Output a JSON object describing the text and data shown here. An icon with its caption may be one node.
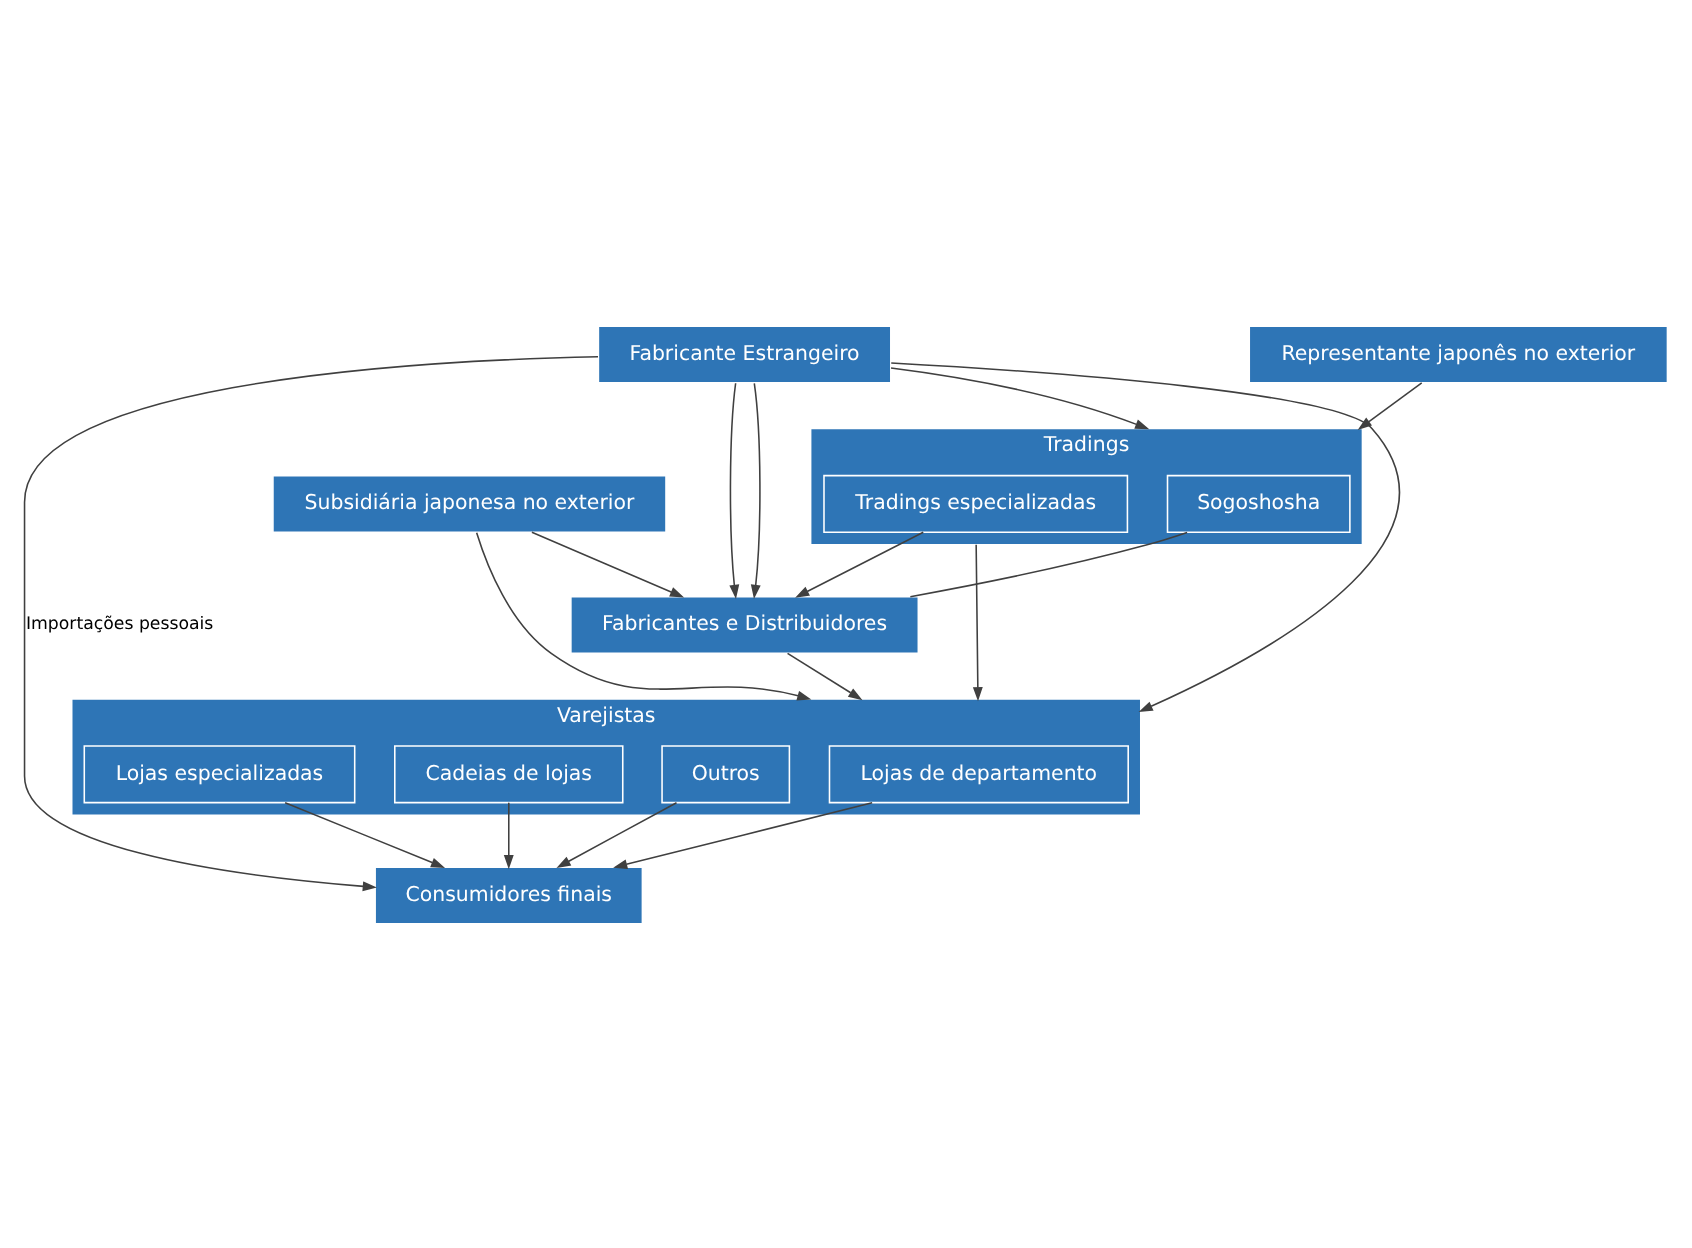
{
  "diagram": {
    "nodes": [
      {
        "text": [
          "Fabricante Estrangeiro"
        ]
      },
      {
        "text": [
          "Subsidiária japonesa no exterior"
        ]
      },
      {
        "text": [
          "Representante japonês no exterior"
        ]
      },
      {
        "text": [
          "Tradings"
        ]
      },
      {
        "text": [
          "Sogoshosha"
        ],
        "in": 3
      },
      {
        "text": [
          "Tradings especializadas"
        ],
        "in": 3
      },
      {
        "text": [
          "Fabricantes e Distribuidores"
        ]
      },
      {
        "text": [
          "Varejistas"
        ]
      },
      {
        "text": [
          "Lojas de departamento"
        ],
        "in": 7
      },
      {
        "text": [
          "Lojas especializadas"
        ],
        "in": 7
      },
      {
        "text": [
          "Cadeias de lojas"
        ],
        "in": 7
      },
      {
        "text": [
          "Outros"
        ],
        "in": 7
      },
      {
        "text": [
          "Consumidores finais"
        ]
      }
    ],
    "edges": [
      {
        "from": 0,
        "to": 12,
        "arrow": "to",
        "label": "Importações pessoais"
      },
      {
        "from": 0,
        "to": 7,
        "arrow": "to"
      },
      {
        "from": 0,
        "to": 6,
        "arrow": "to"
      },
      {
        "from": 0,
        "to": 3,
        "arrow": "to"
      },
      {
        "from": 2,
        "to": 3,
        "arrow": "to"
      },
      {
        "from": 0,
        "to": 6,
        "arrow": "to"
      },
      {
        "from": 1,
        "to": 7,
        "arrow": "to"
      },
      {
        "from": 1,
        "to": 6,
        "arrow": "to"
      },
      {
        "from": 4,
        "to": 6,
        "arrow": "none"
      },
      {
        "from": 5,
        "to": 6,
        "arrow": "to"
      },
      {
        "from": 3,
        "to": 7,
        "arrow": "to"
      },
      {
        "from": 6,
        "to": 7,
        "arrow": "to"
      },
      {
        "from": 8,
        "to": 12,
        "arrow": "to"
      },
      {
        "from": 9,
        "to": 12,
        "arrow": "to"
      },
      {
        "from": 10,
        "to": 12,
        "arrow": "to"
      },
      {
        "from": 11,
        "to": 12,
        "arrow": "to"
      }
    ]
  }
}
